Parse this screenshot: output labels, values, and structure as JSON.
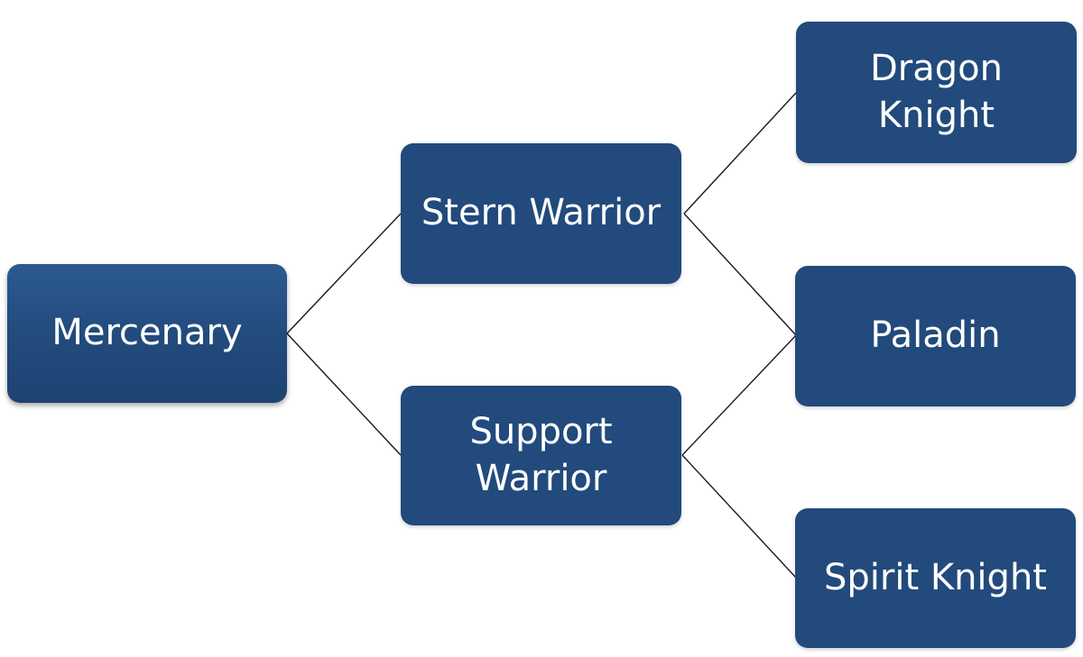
{
  "diagram": {
    "root": {
      "label": "Mercenary"
    },
    "level1": [
      {
        "label": "Stern Warrior"
      },
      {
        "label": "Support\nWarrior"
      }
    ],
    "level2": [
      {
        "label": "Dragon\nKnight"
      },
      {
        "label": "Paladin"
      },
      {
        "label": "Spirit Knight"
      }
    ],
    "colors": {
      "node_fill": "#224a7c",
      "node_text": "#ffffff",
      "connector": "#1a1a1a"
    }
  }
}
